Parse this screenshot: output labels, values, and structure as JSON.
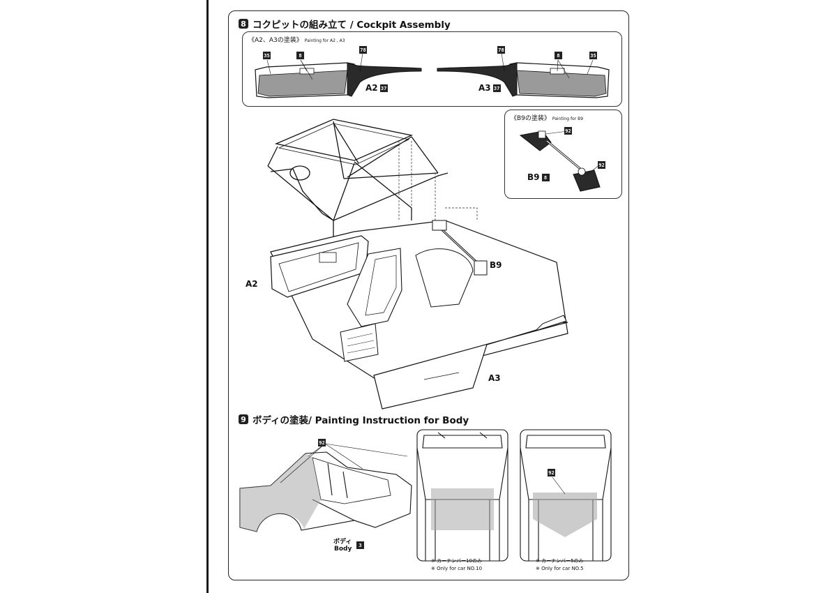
{
  "step8": {
    "number": "8",
    "title": "コクピットの組み立て / Cockpit Assembly",
    "paint_box": {
      "title": "《A2、A3の塗装》",
      "subtitle": "Painting for A2 , A3",
      "left_part": "A2",
      "left_badge": "37",
      "right_part": "A3",
      "right_badge": "37",
      "callouts": [
        "35",
        "8",
        "78",
        "78",
        "8",
        "35"
      ]
    },
    "b9_box": {
      "title": "《B9の塗装》",
      "subtitle": "Painting for B9",
      "part": "B9",
      "part_badge": "8",
      "callouts": [
        "92",
        "92"
      ]
    },
    "labels": {
      "a2": "A2",
      "a3": "A3",
      "b9": "B9"
    }
  },
  "step9": {
    "number": "9",
    "title": "ボディの塗装/ Painting Instruction for Body",
    "callout_side": "92",
    "callout_top": "92",
    "body_label_jp": "ボディ",
    "body_label_en": "Body",
    "body_badge": "3",
    "note_left_jp": "※ カーナンバー10のみ",
    "note_left_en": "※ Only for car NO.10",
    "note_right_jp": "※ カーナンバー5のみ",
    "note_right_en": "※ Only for car NO.5"
  },
  "colors": {
    "ink": "#111111",
    "tone": "#9a9a9a",
    "dark_tone": "#2a2a2a"
  }
}
